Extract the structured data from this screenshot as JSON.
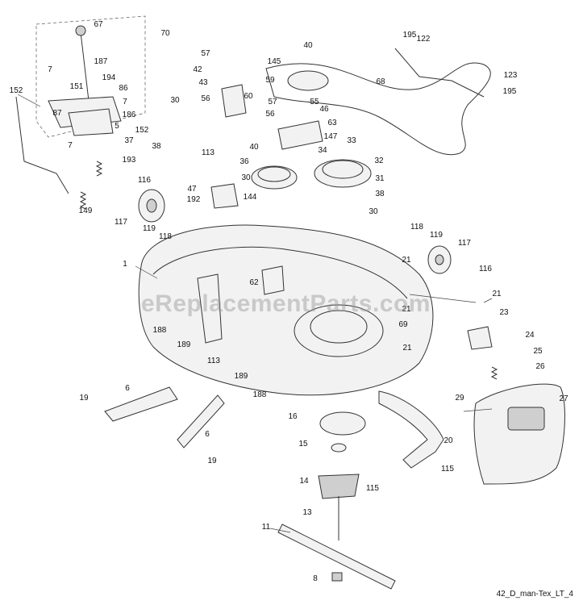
{
  "diagram": {
    "callouts": [
      "67",
      "70",
      "7",
      "187",
      "194",
      "86",
      "151",
      "152",
      "87",
      "186",
      "5",
      "7",
      "37",
      "152",
      "7",
      "193",
      "57",
      "42",
      "43",
      "56",
      "60",
      "40",
      "145",
      "59",
      "57",
      "55",
      "56",
      "46",
      "63",
      "147",
      "40",
      "34",
      "33",
      "195",
      "122",
      "68",
      "123",
      "195",
      "30",
      "113",
      "38",
      "36",
      "32",
      "31",
      "38",
      "30",
      "30",
      "47",
      "192",
      "144",
      "116",
      "149",
      "117",
      "119",
      "118",
      "118",
      "119",
      "117",
      "21",
      "116",
      "1",
      "62",
      "21",
      "21",
      "69",
      "23",
      "24",
      "25",
      "26",
      "188",
      "189",
      "113",
      "189",
      "188",
      "21",
      "29",
      "27",
      "19",
      "6",
      "16",
      "15",
      "6",
      "19",
      "20",
      "115",
      "115",
      "14",
      "13",
      "11",
      "8"
    ],
    "watermark": "eReplacementParts.com",
    "footer_label": "42_D_man-Tex_LT_4"
  }
}
